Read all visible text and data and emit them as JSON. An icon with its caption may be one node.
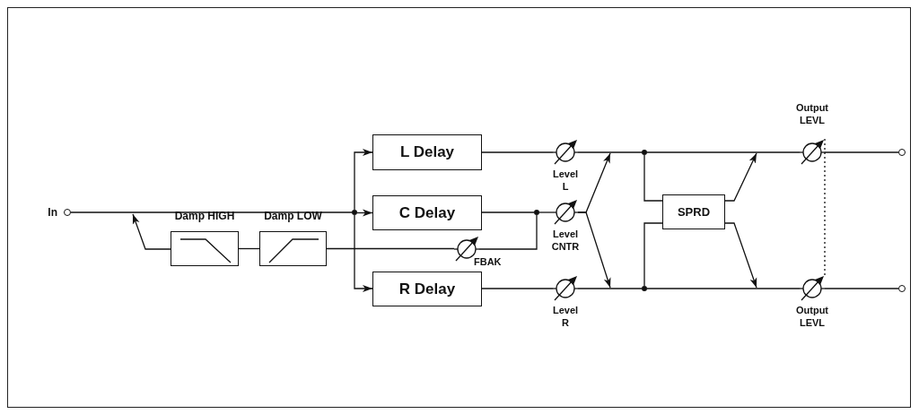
{
  "diagram": {
    "nodes": [
      {
        "text": [],
        "shape": "circle",
        "beside": [
          "In"
        ]
      },
      {
        "text": [
          "Damp HIGH"
        ]
      },
      {
        "text": [
          "Damp LOW"
        ]
      },
      {
        "text": [],
        "shape": "dot"
      },
      {
        "text": [
          "L Delay"
        ]
      },
      {
        "text": [
          "C Delay"
        ]
      },
      {
        "text": [
          "R Delay"
        ]
      },
      {
        "text": [],
        "shape": "dot"
      },
      {
        "text": [
          "FBAK"
        ]
      },
      {
        "text": [
          "Level L"
        ]
      },
      {
        "text": [
          "Level CNTR"
        ]
      },
      {
        "text": [
          "Level R"
        ]
      },
      {
        "text": [],
        "shape": "dot"
      },
      {
        "text": [],
        "shape": "dot"
      },
      {
        "text": [
          "SPRD"
        ]
      },
      {
        "text": [
          "Output LEVL"
        ]
      },
      {
        "text": [
          "Output LEVL"
        ]
      },
      {
        "text": [],
        "shape": "circle"
      },
      {
        "text": [],
        "shape": "circle"
      }
    ],
    "edges": [
      {
        "from": 0,
        "to": 3,
        "arrow": "none"
      },
      {
        "from": 3,
        "to": 4,
        "arrow": "to"
      },
      {
        "from": 3,
        "to": 5,
        "arrow": "to"
      },
      {
        "from": 3,
        "to": 6,
        "arrow": "to"
      },
      {
        "from": 5,
        "to": 7,
        "arrow": "none"
      },
      {
        "from": 7,
        "to": 10,
        "arrow": "none"
      },
      {
        "from": 7,
        "to": 8,
        "arrow": "none"
      },
      {
        "from": 8,
        "to": 2,
        "arrow": "none"
      },
      {
        "from": 2,
        "to": 1,
        "arrow": "none"
      },
      {
        "from": 1,
        "to": null,
        "arrow": "to"
      },
      {
        "from": 4,
        "to": 9,
        "arrow": "none"
      },
      {
        "from": 9,
        "to": 12,
        "arrow": "none"
      },
      {
        "from": 6,
        "to": 11,
        "arrow": "none"
      },
      {
        "from": 11,
        "to": 13,
        "arrow": "none"
      },
      {
        "from": 10,
        "to": null,
        "arrow": "to"
      },
      {
        "from": 10,
        "to": null,
        "arrow": "to"
      },
      {
        "from": 12,
        "to": 14,
        "arrow": "none"
      },
      {
        "from": 13,
        "to": 14,
        "arrow": "none"
      },
      {
        "from": 14,
        "to": null,
        "arrow": "to"
      },
      {
        "from": 14,
        "to": null,
        "arrow": "to"
      },
      {
        "from": 12,
        "to": 15,
        "arrow": "none"
      },
      {
        "from": 13,
        "to": 16,
        "arrow": "none"
      },
      {
        "from": 15,
        "to": 17,
        "arrow": "none"
      },
      {
        "from": 16,
        "to": 18,
        "arrow": "none"
      },
      {
        "from": 15,
        "to": 16,
        "arrow": "none",
        "style": "dashed"
      }
    ]
  }
}
